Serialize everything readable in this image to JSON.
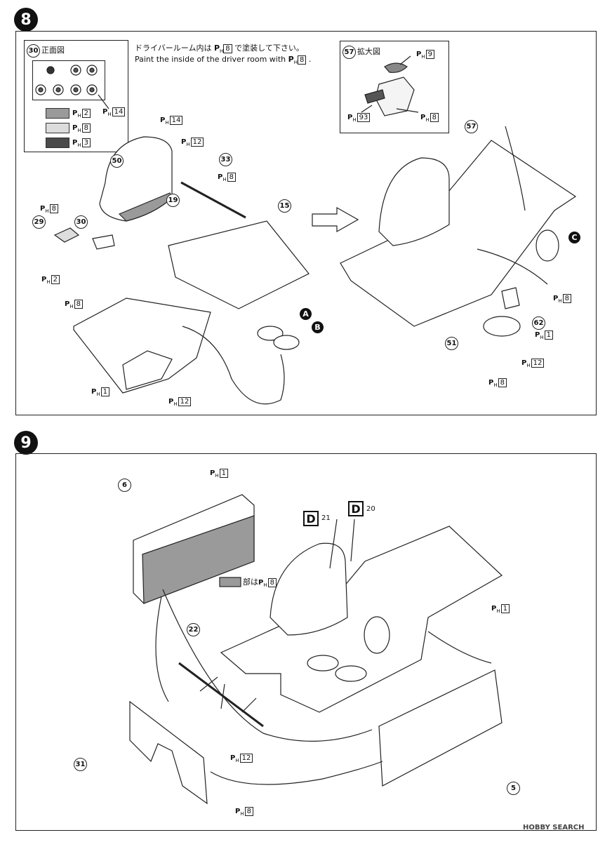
{
  "step8": {
    "number": "8",
    "note_jp": "ドライバールーム内は",
    "note_jp_end": "で塗装して下さい。",
    "note_en": "Paint the inside of the driver room with",
    "note_color": "8",
    "front_view": {
      "part": "30",
      "title": "正面図"
    },
    "legend": [
      {
        "code": "2",
        "color": "#9a9a9a"
      },
      {
        "code": "8",
        "color": "#dcdcdc"
      },
      {
        "code": "3",
        "color": "#4a4a4a"
      }
    ],
    "detail": {
      "part": "57",
      "title": "拡大図",
      "codes": [
        "9",
        "93",
        "8"
      ]
    },
    "ph": "P",
    "ph_sub": "H",
    "labels": [
      {
        "part": "50"
      },
      {
        "part": "19"
      },
      {
        "part": "33"
      },
      {
        "part": "15"
      },
      {
        "part": "29"
      },
      {
        "part": "30"
      },
      {
        "part": "57"
      },
      {
        "part": "62"
      },
      {
        "part": "51"
      }
    ],
    "colors": {
      "c14": "14",
      "c14b": "14",
      "c12a": "12",
      "c8a": "8",
      "c8b": "8",
      "c2": "2",
      "c8c": "8",
      "c1a": "1",
      "c12b": "12",
      "c8d": "8",
      "c1b": "1",
      "c12c": "12",
      "c8e": "8"
    },
    "badges": [
      "A",
      "B",
      "C"
    ]
  },
  "step9": {
    "number": "9",
    "parts": [
      "6",
      "22",
      "31",
      "5"
    ],
    "colors": {
      "c1a": "1",
      "c12": "12",
      "c8": "8",
      "c1b": "1"
    },
    "shade_note_suffix": "部は",
    "shade_code": "8",
    "d_labels": [
      {
        "letter": "D",
        "part": "21"
      },
      {
        "letter": "D",
        "part": "20"
      }
    ]
  },
  "watermark": "HOBBY SEARCH"
}
